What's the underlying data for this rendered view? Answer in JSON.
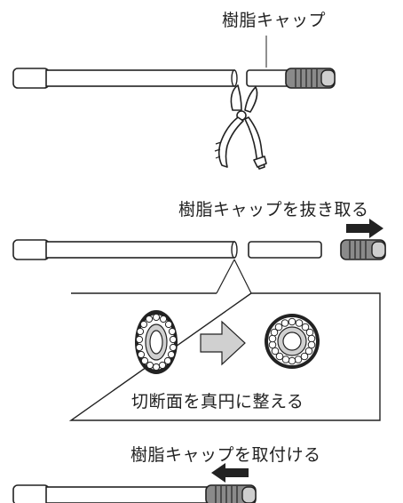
{
  "steps": {
    "step1": {
      "caption": "樹脂キャップ"
    },
    "step2": {
      "caption": "樹脂キャップを抜き取る"
    },
    "detail": {
      "caption": "切断面を真円に整える"
    },
    "step3": {
      "caption": "樹脂キャップを取付ける"
    }
  },
  "icons": {
    "cutter": "wire-cutter-icon",
    "arrow_right": "arrow-right-icon",
    "arrow_left": "arrow-left-icon",
    "process_arrow": "gray-arrow-icon"
  },
  "colors": {
    "outline": "#222222",
    "cap_fill": "#8a8a8a",
    "cable_fill": "#ffffff",
    "arrow_gray": "#d0d0d0"
  }
}
